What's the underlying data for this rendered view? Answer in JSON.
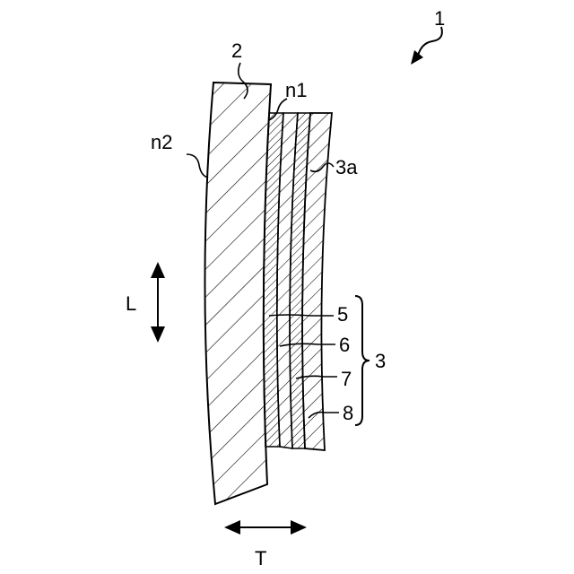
{
  "labels": {
    "device": "1",
    "lens": "2",
    "n1": "n1",
    "n2": "n2",
    "surface": "3a",
    "layer5": "5",
    "layer6": "6",
    "layer7": "7",
    "layer8": "8",
    "stack": "3",
    "L": "L",
    "T": "T"
  }
}
